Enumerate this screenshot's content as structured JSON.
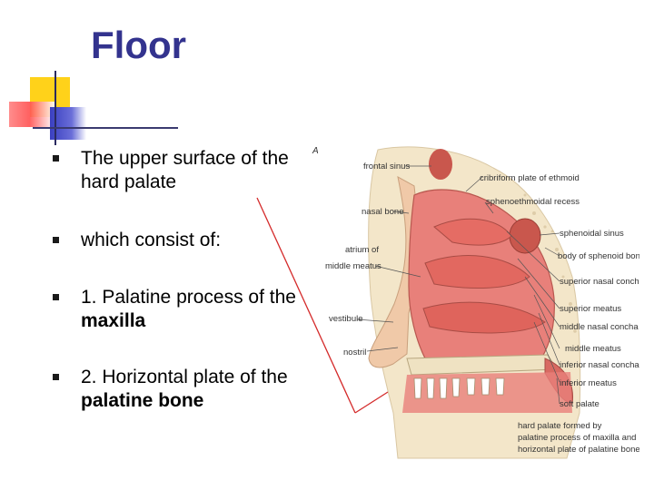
{
  "slide": {
    "title": "Floor",
    "bullets": [
      {
        "text": "The upper surface of the hard palate"
      },
      {
        "text": "which consist of:"
      },
      {
        "prefix": "1. Palatine process of the ",
        "bold": "maxilla"
      },
      {
        "prefix": "2. Horizontal plate of the ",
        "bold": "palatine bone"
      }
    ]
  },
  "figure": {
    "panel_letter": "A",
    "labels": {
      "frontal_sinus": "frontal sinus",
      "cribriform_plate": "cribriform plate of ethmoid",
      "sphenoethmoidal_recess": "sphenoethmoidal recess",
      "nasal_bone": "nasal bone",
      "sphenoidal_sinus": "sphenoidal sinus",
      "body_sphenoid": "body of sphenoid bone",
      "atrium_line1": "atrium of",
      "atrium_line2": "middle meatus",
      "superior_nasal_concha": "superior nasal concha",
      "superior_meatus": "superior meatus",
      "middle_nasal_concha": "middle nasal concha",
      "vestibule": "vestibule",
      "middle_meatus": "middle meatus",
      "inferior_meatus": "inferior meatus",
      "nostril": "nostril",
      "inferior_nasal_concha": "inferior nasal concha",
      "soft_palate": "soft palate",
      "hard_palate_line1": "hard palate formed by",
      "hard_palate_line2": "palatine process of maxilla and",
      "hard_palate_line3": "horizontal plate of palatine bone"
    }
  },
  "colors": {
    "title": "#33338e",
    "arrow": "#d42a2a",
    "tissue": "#e8807a",
    "bone": "#f3e6c9"
  }
}
